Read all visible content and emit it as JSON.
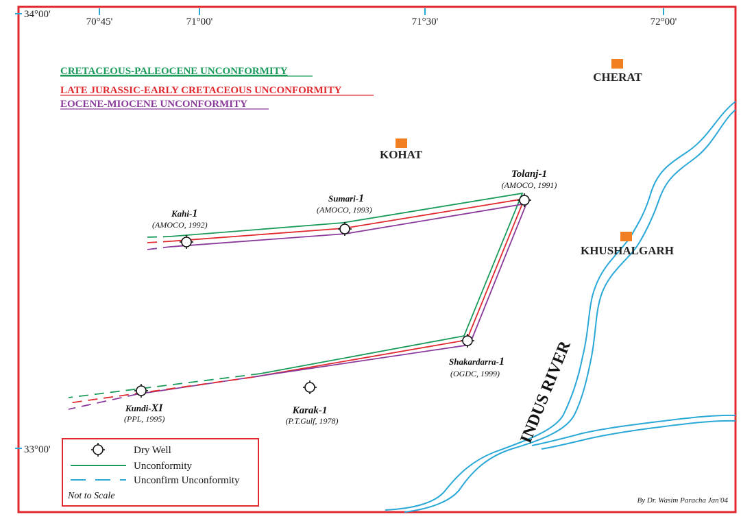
{
  "coordinates": {
    "top_left": "34°00'",
    "bottom_left": "33°00'",
    "lon_1": "70°45'",
    "lon_2": "71°00'",
    "lon_3": "71°30'",
    "lon_4": "72°00'"
  },
  "map_legend": {
    "cretaceous_paleocene": {
      "label": "CRETACEOUS-PALEOCENE UNCONFORMITY",
      "color": "#1a9a5a"
    },
    "jurassic_cretaceous": {
      "label": "LATE JURASSIC-EARLY CRETACEOUS UNCONFORMITY",
      "color": "#e0282e"
    },
    "eocene_miocene": {
      "label": "EOCENE-MIOCENE UNCONFORMITY",
      "color": "#8a3a9a"
    }
  },
  "cities": {
    "cherat": "CHERAT",
    "kohat": "KOHAT",
    "khushalgarh": "KHUSHALGARH",
    "marker_color": "#f07f21"
  },
  "wells": {
    "kahi_name": "Kahi-",
    "kahi_num": "1",
    "kahi_info": "(AMOCO, 1992)",
    "sumari_name": "Sumari-",
    "sumari_num": "1",
    "sumari_info": "(AMOCO, 1993)",
    "tolanj_name": "Tolanj-1",
    "tolanj_info": "(AMOCO, 1991)",
    "shakardarra_name": "Shakardarra-",
    "shakardarra_num": "1",
    "shakardarra_info": "(OGDC, 1999)",
    "kundi_name": "Kundi-",
    "kundi_num": "XI",
    "kundi_info": "(PPL, 1995)",
    "karak_name": "Karak-1",
    "karak_info": "(P.T.Gulf, 1978)"
  },
  "river": {
    "label": "INDUS RIVER",
    "color": "#29a8d8"
  },
  "key_box": {
    "dry_well": "Dry Well",
    "unconformity": "Unconformity",
    "unconfirm": "Unconfirm Unconformity",
    "not_to_scale": "Not to Scale"
  },
  "credit": "By Dr. Wasim Paracha Jan'04",
  "frame_color": "#e0282e"
}
